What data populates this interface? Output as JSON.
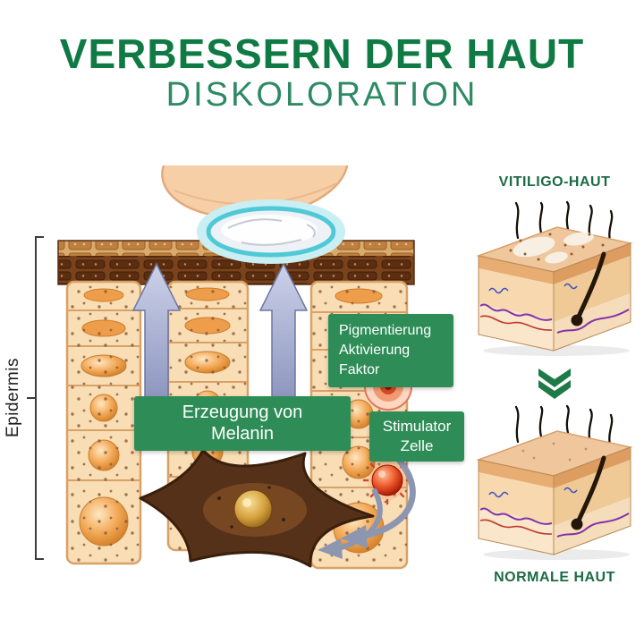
{
  "title": {
    "line1": "VERBESSERN DER HAUT",
    "line2": "DISKOLORATION"
  },
  "main_diagram": {
    "epidermis_label": "Epidermis",
    "pigment_factor_label": "Pigmentierung Aktivierung Faktor",
    "melanin_label": "Erzeugung von Melanin",
    "stimulator_label": "Stimulator Zelle"
  },
  "comparison": {
    "vitiligo_heading": "VITILIGO-HAUT",
    "normal_heading": "NORMALE HAUT"
  },
  "icons": {
    "between_panels": "double-chevron-down-icon"
  },
  "colors": {
    "title_green": "#0f7a44",
    "subtitle_green": "#2e8a63",
    "label_box_green": "#2e8c57",
    "side_heading_green": "#1c6b45",
    "skin_tone": "#f7ddb5",
    "cell_nucleus_orange": "#f2a855",
    "corneum_brown": "#5c2e11",
    "arrow_blue_grey": "#8d96b0",
    "cream_cyan": "#4fc9d6",
    "melanocyte_brown": "#56311a",
    "stimulator_red": "#ee5a2c"
  }
}
